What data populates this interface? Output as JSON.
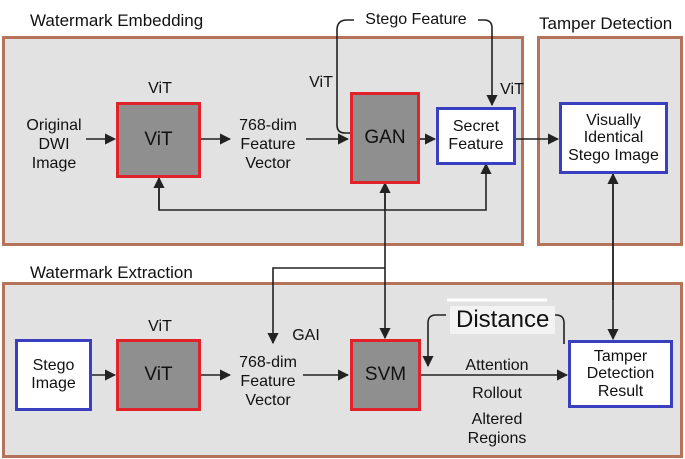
{
  "sections": {
    "embedding_title": "Watermark Embedding",
    "detection_title": "Tamper Detection",
    "extraction_title": "Watermark Extraction"
  },
  "embedding": {
    "input_lines": [
      "Original",
      "DWI",
      "Image"
    ],
    "vit_above": "ViT",
    "vit_box": "ViT",
    "feature_lines": [
      "768-dim",
      "Feature",
      "Vector"
    ],
    "gan_box": "GAN",
    "vit_left_of_gan": "ViT",
    "stego_feature": "Stego Feature",
    "vit_right": "ViT",
    "secret_lines": [
      "Secret",
      "Feature"
    ]
  },
  "detection": {
    "output_lines": [
      "Visually",
      "Identical",
      "Stego Image"
    ]
  },
  "extraction": {
    "input_lines": [
      "Stego",
      "Image"
    ],
    "vit_above": "ViT",
    "vit_box": "ViT",
    "gai": "GAI",
    "feature_lines": [
      "768-dim",
      "Feature",
      "Vector"
    ],
    "svm_box": "SVM",
    "distance": "Distance",
    "attention": "Attention",
    "rollout": "Rollout",
    "altered_lines": [
      "Altered",
      "Regions"
    ],
    "result_lines": [
      "Tamper",
      "Detection",
      "Result"
    ]
  },
  "colors": {
    "panel_bg": "#e3e2e2",
    "panel_border": "#b5735a",
    "process_fill": "#8f8f8f",
    "process_border": "#e0232a",
    "io_border": "#3a3fc0",
    "arrow": "#222222"
  }
}
